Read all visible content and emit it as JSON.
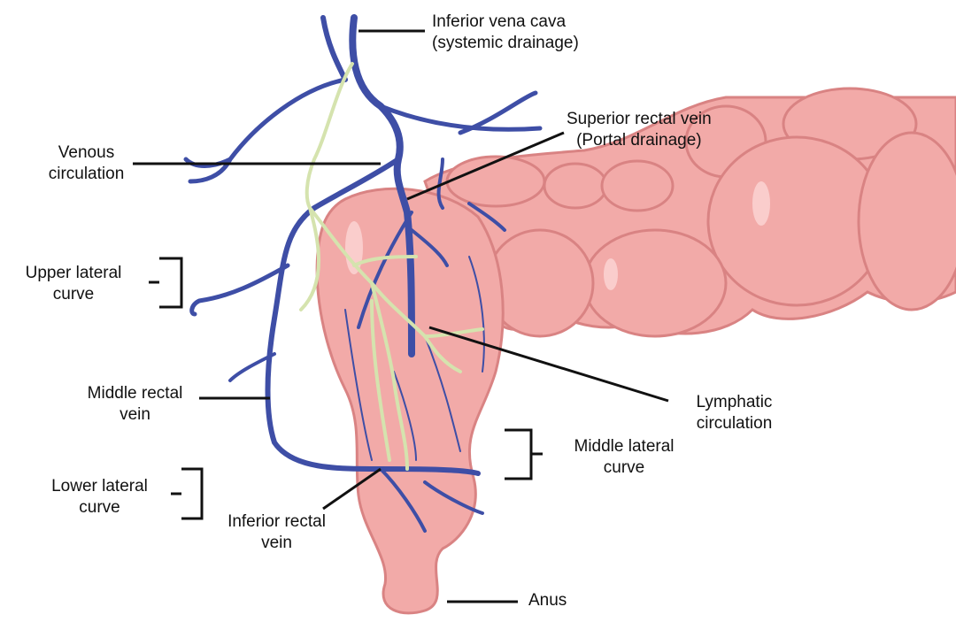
{
  "title": "Rectum venous and lymphatic anatomy",
  "labels": {
    "ivc": [
      "Inferior vena cava",
      "(systemic drainage)"
    ],
    "superior_rectal_vein": [
      "Superior rectal vein",
      "(Portal drainage)"
    ],
    "venous_circulation": [
      "Venous",
      "circulation"
    ],
    "upper_lateral_curve": [
      "Upper lateral",
      "curve"
    ],
    "middle_rectal_vein": [
      "Middle rectal",
      "vein"
    ],
    "lymphatic_circulation": [
      "Lymphatic",
      "circulation"
    ],
    "middle_lateral_curve": [
      "Middle lateral",
      "curve"
    ],
    "lower_lateral_curve": [
      "Lower lateral",
      "curve"
    ],
    "inferior_rectal_vein": [
      "Inferior rectal",
      "vein"
    ],
    "anus": "Anus"
  },
  "colors": {
    "tissue": "#f2aaa8",
    "tissue_outline": "#d98383",
    "vein": "#3e4ea6",
    "lymph": "#d5e3ae",
    "leader": "#111111"
  }
}
